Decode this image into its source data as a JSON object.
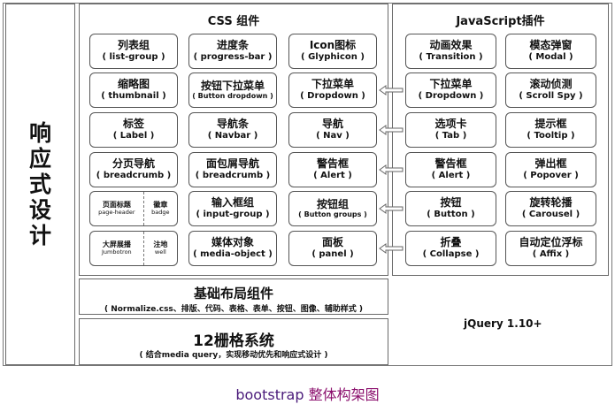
{
  "left_title": "响应式设计",
  "css_panel": {
    "title": "CSS 组件",
    "boxes": [
      {
        "zh": "列表组",
        "en": "( list-group )"
      },
      {
        "zh": "进度条",
        "en": "( progress-bar )"
      },
      {
        "zh": "Icon图标",
        "en": "( Glyphicon )"
      },
      {
        "zh": "缩略图",
        "en": "( thumbnail )"
      },
      {
        "zh": "按钮下拉菜单",
        "en": "( Button dropdown )"
      },
      {
        "zh": "下拉菜单",
        "en": "( Dropdown )"
      },
      {
        "zh": "标签",
        "en": "( Label )"
      },
      {
        "zh": "导航条",
        "en": "( Navbar )"
      },
      {
        "zh": "导航",
        "en": "( Nav )"
      },
      {
        "zh": "分页导航",
        "en": "( breadcrumb )"
      },
      {
        "zh": "面包屑导航",
        "en": "( breadcrumb )"
      },
      {
        "zh": "警告框",
        "en": "( Alert )"
      },
      {
        "zh": "输入框组",
        "en": "( input-group )"
      },
      {
        "zh": "按钮组",
        "en": "( Button groups )"
      },
      {
        "zh": "媒体对象",
        "en": "( media-object )"
      },
      {
        "zh": "面板",
        "en": "( panel )"
      }
    ],
    "split_boxes": [
      {
        "left_zh": "页面标题",
        "left_en": "page-header",
        "right_zh": "徽章",
        "right_en": "badge"
      },
      {
        "left_zh": "大屏展播",
        "left_en": "Jumbotron",
        "right_zh": "注地",
        "right_en": "well"
      }
    ]
  },
  "js_panel": {
    "title": "JavaScript插件",
    "boxes": [
      {
        "zh": "动画效果",
        "en": "( Transition )"
      },
      {
        "zh": "模态弹窗",
        "en": "( Modal )"
      },
      {
        "zh": "下拉菜单",
        "en": "( Dropdown )"
      },
      {
        "zh": "滚动侦测",
        "en": "( Scroll Spy )"
      },
      {
        "zh": "选项卡",
        "en": "( Tab )"
      },
      {
        "zh": "提示框",
        "en": "( Tooltip )"
      },
      {
        "zh": "警告框",
        "en": "( Alert )"
      },
      {
        "zh": "弹出框",
        "en": "( Popover )"
      },
      {
        "zh": "按钮",
        "en": "( Button )"
      },
      {
        "zh": "旋转轮播",
        "en": "( Carousel )"
      },
      {
        "zh": "折叠",
        "en": "( Collapse )"
      },
      {
        "zh": "自动定位浮标",
        "en": "( Affix )"
      }
    ]
  },
  "base_bar": {
    "title": "基础布局组件",
    "subtitle": "( Normalize.css、排版、代码、表格、表单、按钮、图像、辅助样式 )"
  },
  "grid_bar": {
    "title": "12栅格系统",
    "subtitle": "( 结合media query，实现移动优先和响应式设计 )"
  },
  "jquery_label": "jQuery 1.10+",
  "caption": {
    "prefix": "bootstrap",
    "suffix": "整体构架图"
  },
  "colors": {
    "border": "#555555",
    "caption_prefix": "#4a1a7a",
    "caption_suffix": "#8b0f6d"
  }
}
